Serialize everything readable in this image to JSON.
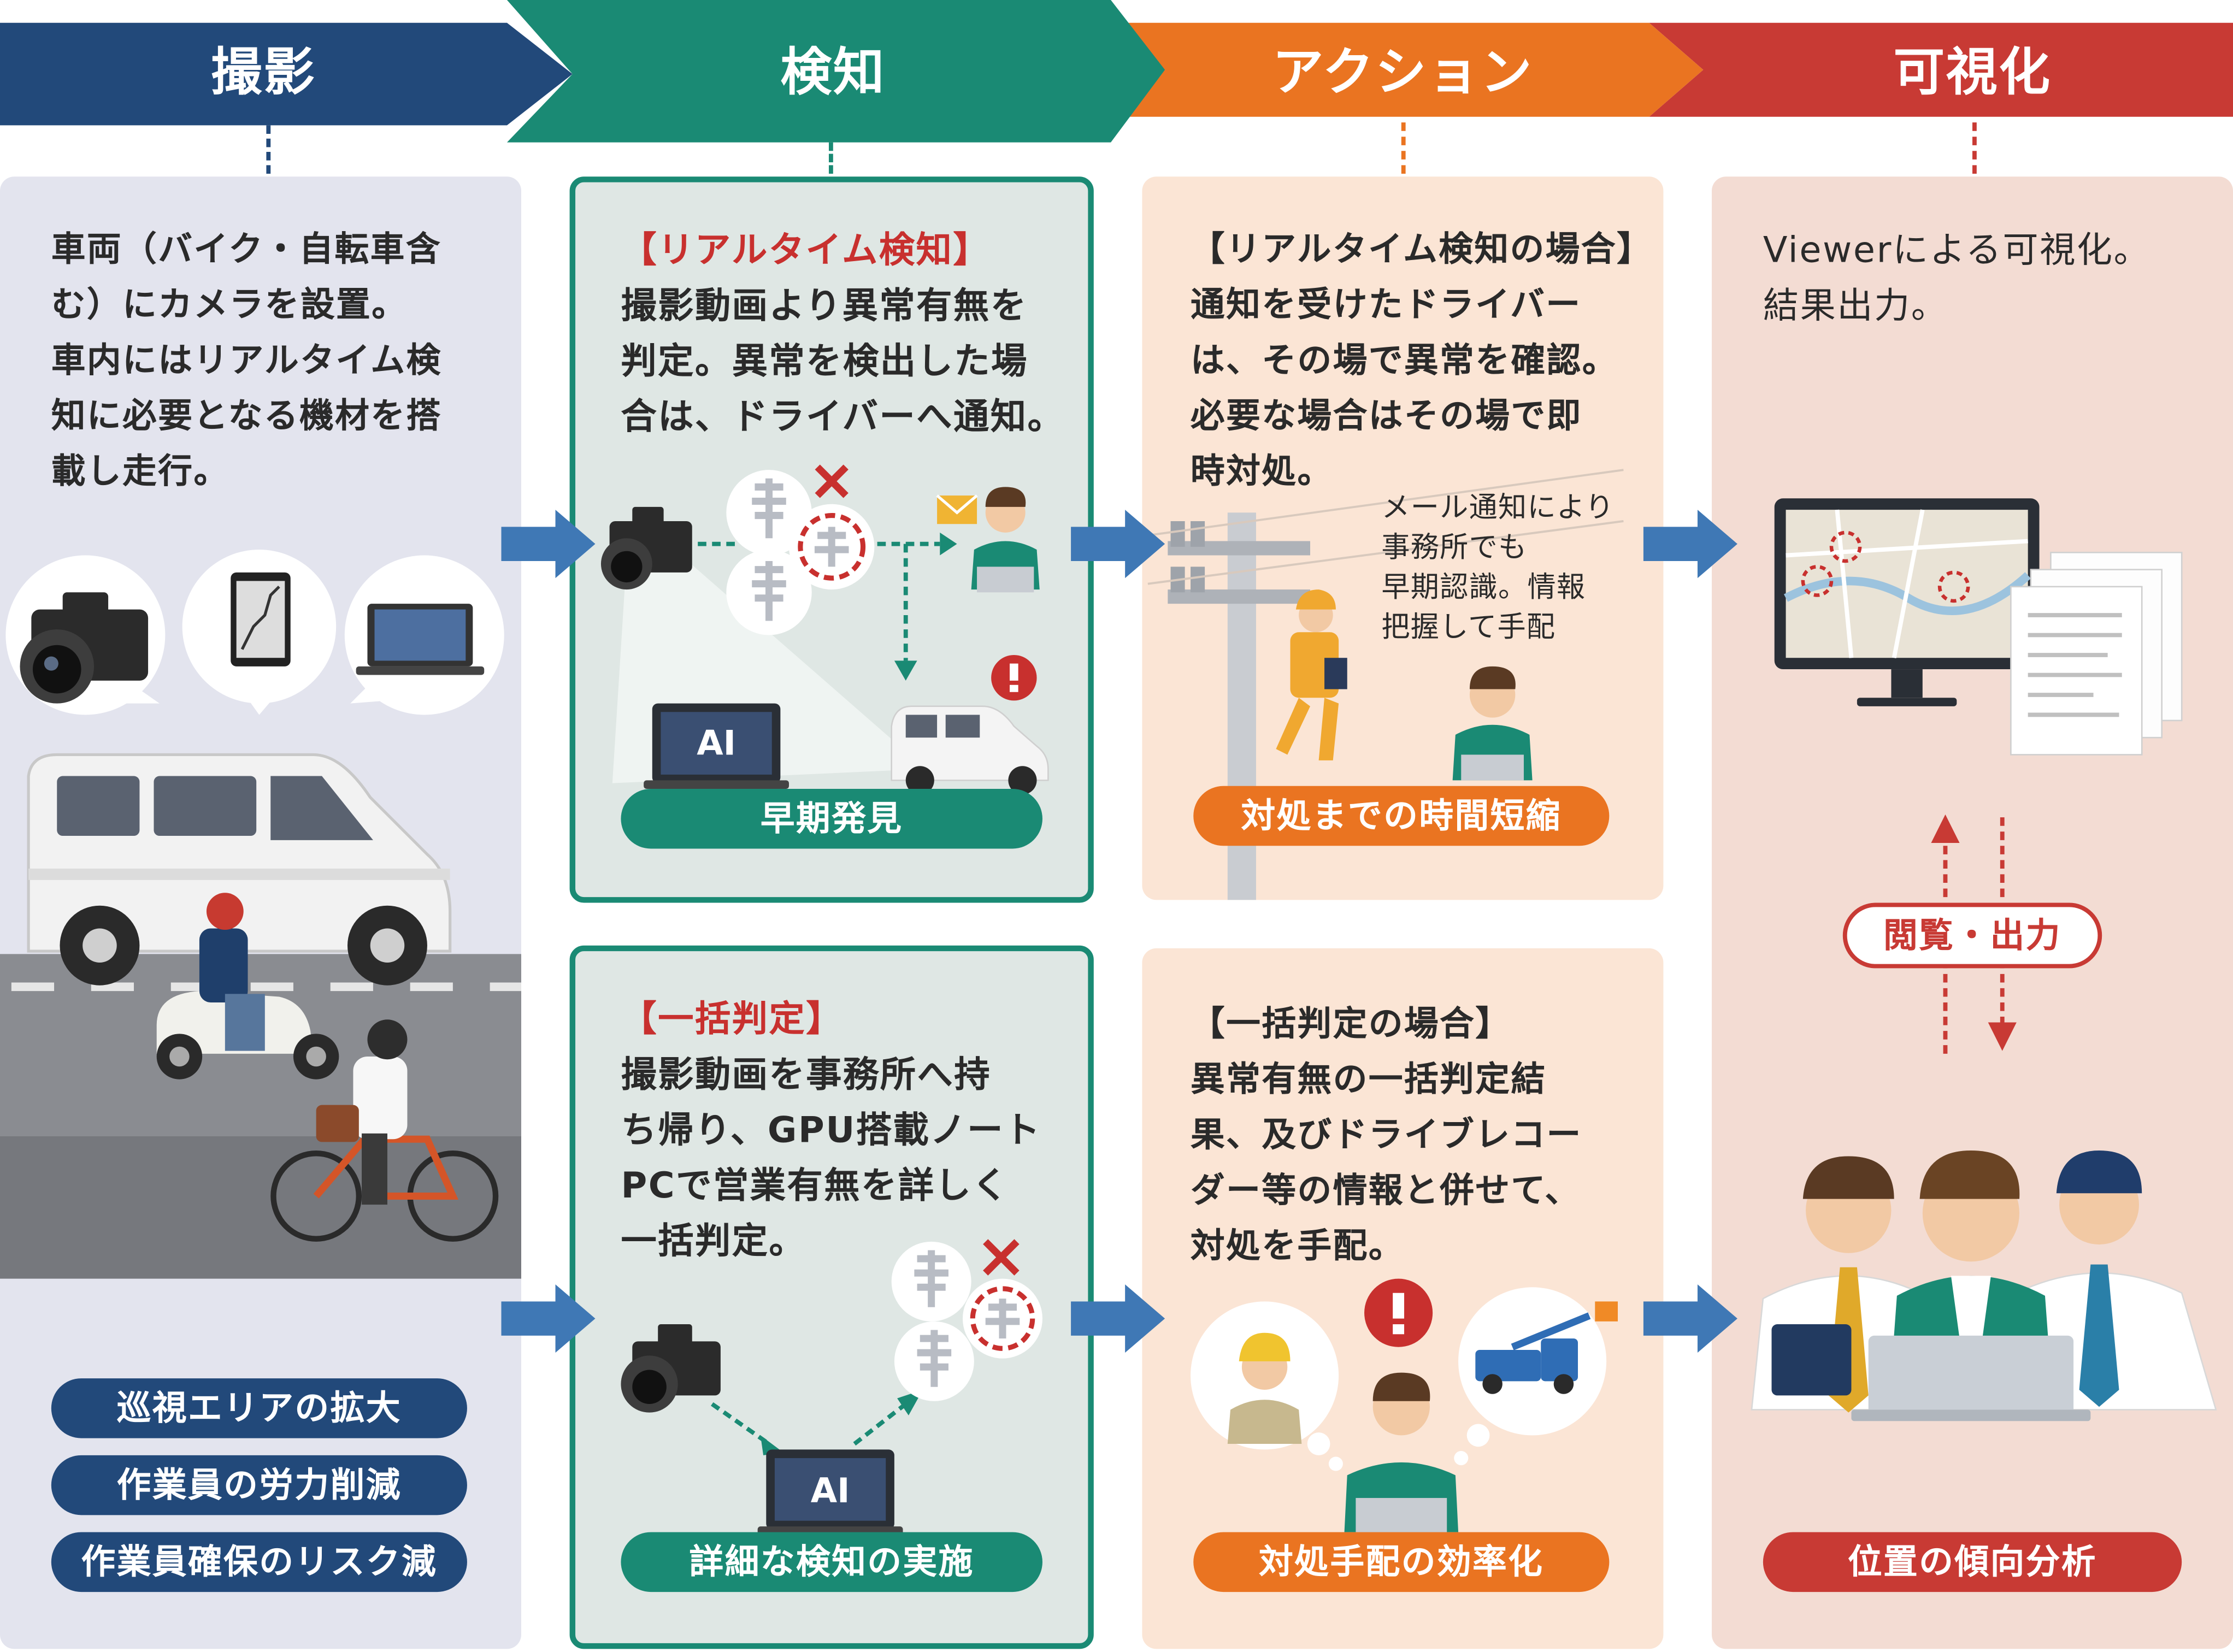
{
  "colors": {
    "shoot": "#22497a",
    "detect": "#1a8a74",
    "action": "#ea7421",
    "visual": "#c83a34"
  },
  "header": {
    "stages": [
      {
        "label": "撮影"
      },
      {
        "label": "検知"
      },
      {
        "label": "アクション"
      },
      {
        "label": "可視化"
      }
    ]
  },
  "shoot": {
    "lines": [
      "車両（バイク・自転車含",
      "む）にカメラを設置。",
      "車内にはリアルタイム検",
      "知に必要となる機材を搭",
      "載し走行。"
    ],
    "pills": [
      "巡視エリアの拡大",
      "作業員の労力削減",
      "作業員確保のリスク減"
    ]
  },
  "detect_rt": {
    "tag": "【リアルタイム検知】",
    "lines": [
      "撮影動画より異常有無を",
      "判定。異常を検出した場",
      "合は、ドライバーへ通知。"
    ],
    "ai": "AI",
    "pill": "早期発見"
  },
  "detect_batch": {
    "tag": "【一括判定】",
    "lines": [
      "撮影動画を事務所へ持",
      "ち帰り、GPU搭載ノート",
      "PCで営業有無を詳しく",
      "一括判定。"
    ],
    "ai": "AI",
    "pill": "詳細な検知の実施"
  },
  "action_rt": {
    "tag": "【リアルタイム検知の場合】",
    "lines": [
      "通知を受けたドライバー",
      "は、その場で異常を確認。",
      "必要な場合はその場で即",
      "時対処。"
    ],
    "note": [
      "メール通知により",
      "事務所でも",
      "早期認識。情報",
      "把握して手配"
    ],
    "pill": "対処までの時間短縮"
  },
  "action_batch": {
    "tag": "【一括判定の場合】",
    "lines": [
      "異常有無の一括判定結",
      "果、及びドライブレコー",
      "ダー等の情報と併せて、",
      "対処を手配。"
    ],
    "pill": "対処手配の効率化"
  },
  "visual": {
    "lines": [
      "Viewerによる可視化。",
      "結果出力。"
    ],
    "browse": "閲覧・出力",
    "pill": "位置の傾向分析"
  }
}
